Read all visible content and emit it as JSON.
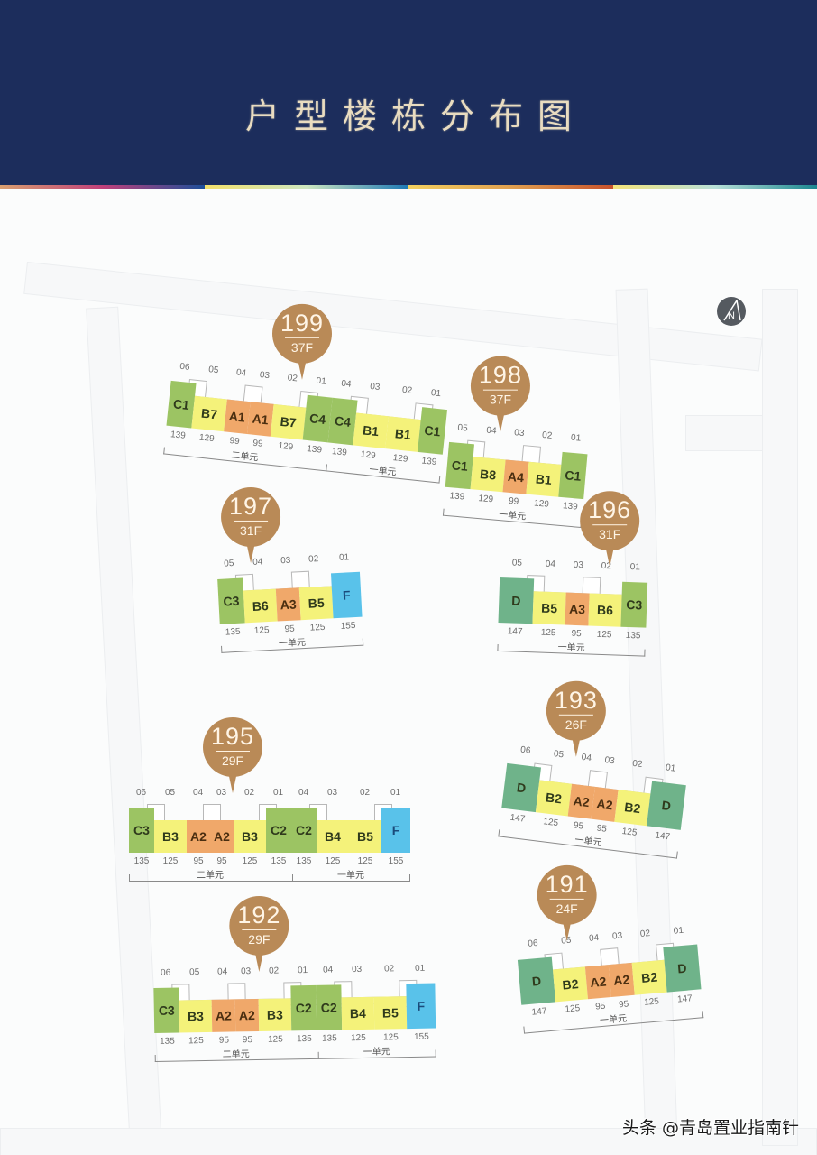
{
  "header": {
    "title": "户型楼栋分布图",
    "background": "#1c2d5c",
    "title_color": "#e9dcc0",
    "strip_colors": [
      "#c0504d",
      "#f3e06b",
      "#1d79b5",
      "#f3d060",
      "#c8522d",
      "#f4e37a",
      "#1a8790"
    ]
  },
  "legend_colors": {
    "A": "#f0a86a",
    "B": "#f4f27a",
    "C": "#9cc463",
    "D": "#6fb38a",
    "F": "#59c2ea",
    "pin": "#b98a57"
  },
  "compass": {
    "icon": "north-arrow-icon",
    "label": "N"
  },
  "buildings": [
    {
      "id": "199",
      "floors": "37F",
      "unit_numbers": [
        "06",
        "05",
        "04",
        "03",
        "02",
        "01",
        "04",
        "03",
        "02",
        "01"
      ],
      "units": [
        {
          "type": "C1",
          "area": "139"
        },
        {
          "type": "B7",
          "area": "129"
        },
        {
          "type": "A1",
          "area": "99"
        },
        {
          "type": "A1",
          "area": "99"
        },
        {
          "type": "B7",
          "area": "129"
        },
        {
          "type": "C4",
          "area": "139"
        },
        {
          "type": "C4",
          "area": "139"
        },
        {
          "type": "B1",
          "area": "129"
        },
        {
          "type": "B1",
          "area": "129"
        },
        {
          "type": "C1",
          "area": "139"
        }
      ],
      "sections": [
        {
          "label": "二单元",
          "count": 6
        },
        {
          "label": "一单元",
          "count": 4
        }
      ]
    },
    {
      "id": "198",
      "floors": "37F",
      "unit_numbers": [
        "05",
        "04",
        "03",
        "02",
        "01"
      ],
      "units": [
        {
          "type": "C1",
          "area": "139"
        },
        {
          "type": "B8",
          "area": "129"
        },
        {
          "type": "A4",
          "area": "99"
        },
        {
          "type": "B1",
          "area": "129"
        },
        {
          "type": "C1",
          "area": "139"
        }
      ],
      "sections": [
        {
          "label": "一单元",
          "count": 5
        }
      ]
    },
    {
      "id": "197",
      "floors": "31F",
      "unit_numbers": [
        "05",
        "04",
        "03",
        "02",
        "01"
      ],
      "units": [
        {
          "type": "C3",
          "area": "135"
        },
        {
          "type": "B6",
          "area": "125"
        },
        {
          "type": "A3",
          "area": "95"
        },
        {
          "type": "B5",
          "area": "125"
        },
        {
          "type": "F",
          "area": "155"
        }
      ],
      "sections": [
        {
          "label": "一单元",
          "count": 5
        }
      ]
    },
    {
      "id": "196",
      "floors": "31F",
      "unit_numbers": [
        "05",
        "04",
        "03",
        "02",
        "01"
      ],
      "units": [
        {
          "type": "D",
          "area": "147"
        },
        {
          "type": "B5",
          "area": "125"
        },
        {
          "type": "A3",
          "area": "95"
        },
        {
          "type": "B6",
          "area": "125"
        },
        {
          "type": "C3",
          "area": "135"
        }
      ],
      "sections": [
        {
          "label": "一单元",
          "count": 5
        }
      ]
    },
    {
      "id": "195",
      "floors": "29F",
      "unit_numbers": [
        "06",
        "05",
        "04",
        "03",
        "02",
        "01",
        "04",
        "03",
        "02",
        "01"
      ],
      "units": [
        {
          "type": "C3",
          "area": "135"
        },
        {
          "type": "B3",
          "area": "125"
        },
        {
          "type": "A2",
          "area": "95"
        },
        {
          "type": "A2",
          "area": "95"
        },
        {
          "type": "B3",
          "area": "125"
        },
        {
          "type": "C2",
          "area": "135"
        },
        {
          "type": "C2",
          "area": "135"
        },
        {
          "type": "B4",
          "area": "125"
        },
        {
          "type": "B5",
          "area": "125"
        },
        {
          "type": "F",
          "area": "155"
        }
      ],
      "sections": [
        {
          "label": "二单元",
          "count": 6
        },
        {
          "label": "一单元",
          "count": 4
        }
      ]
    },
    {
      "id": "193",
      "floors": "26F",
      "unit_numbers": [
        "06",
        "05",
        "04",
        "03",
        "02",
        "01"
      ],
      "units": [
        {
          "type": "D",
          "area": "147"
        },
        {
          "type": "B2",
          "area": "125"
        },
        {
          "type": "A2",
          "area": "95"
        },
        {
          "type": "A2",
          "area": "95"
        },
        {
          "type": "B2",
          "area": "125"
        },
        {
          "type": "D",
          "area": "147"
        }
      ],
      "sections": [
        {
          "label": "一单元",
          "count": 6
        }
      ]
    },
    {
      "id": "192",
      "floors": "29F",
      "unit_numbers": [
        "06",
        "05",
        "04",
        "03",
        "02",
        "01",
        "04",
        "03",
        "02",
        "01"
      ],
      "units": [
        {
          "type": "C3",
          "area": "135"
        },
        {
          "type": "B3",
          "area": "125"
        },
        {
          "type": "A2",
          "area": "95"
        },
        {
          "type": "A2",
          "area": "95"
        },
        {
          "type": "B3",
          "area": "125"
        },
        {
          "type": "C2",
          "area": "135"
        },
        {
          "type": "C2",
          "area": "135"
        },
        {
          "type": "B4",
          "area": "125"
        },
        {
          "type": "B5",
          "area": "125"
        },
        {
          "type": "F",
          "area": "155"
        }
      ],
      "sections": [
        {
          "label": "二单元",
          "count": 6
        },
        {
          "label": "一单元",
          "count": 4
        }
      ]
    },
    {
      "id": "191",
      "floors": "24F",
      "unit_numbers": [
        "06",
        "05",
        "04",
        "03",
        "02",
        "01"
      ],
      "units": [
        {
          "type": "D",
          "area": "147"
        },
        {
          "type": "B2",
          "area": "125"
        },
        {
          "type": "A2",
          "area": "95"
        },
        {
          "type": "A2",
          "area": "95"
        },
        {
          "type": "B2",
          "area": "125"
        },
        {
          "type": "D",
          "area": "147"
        }
      ],
      "sections": [
        {
          "label": "一单元",
          "count": 6
        }
      ]
    }
  ],
  "watermark": "头条 @青岛置业指南针"
}
